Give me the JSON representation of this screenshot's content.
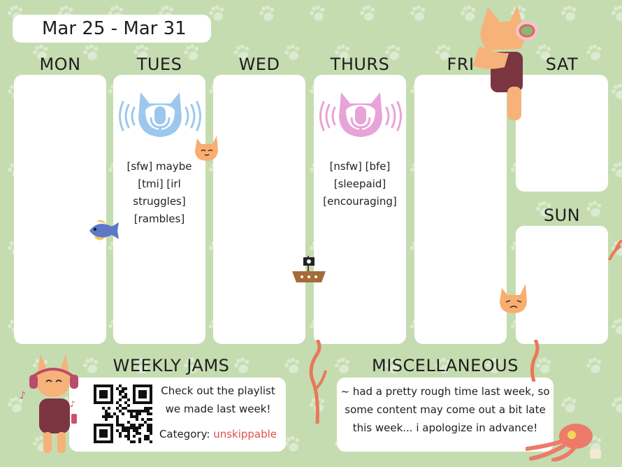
{
  "date_range": "Mar 25 - Mar 31",
  "days": {
    "mon": "MON",
    "tue": "TUES",
    "wed": "WED",
    "thu": "THURS",
    "fri": "FRI",
    "sat": "SAT",
    "sun": "SUN"
  },
  "tue_stream": {
    "lines": [
      "[sfw] maybe",
      "[tmi] [irl",
      "struggles]",
      "[rambles]"
    ],
    "icon": "blue-cat-microphone-icon",
    "color": "#9cc8ee"
  },
  "thu_stream": {
    "lines": [
      "[nsfw] [bfe]",
      "[sleepaid]",
      "[encouraging]"
    ],
    "icon": "pink-cat-microphone-icon",
    "color": "#e8a3d8"
  },
  "weekly_jams": {
    "heading": "WEEKLY JAMS",
    "text_line1": "Check out the playlist",
    "text_line2": "we made last week!",
    "category_label": "Category:",
    "category_value": "unskippable",
    "category_color": "#e0504a"
  },
  "misc": {
    "heading": "MISCELLANEOUS",
    "line1": "~ had a pretty rough time last week, so",
    "line2": "some content may come out a bit late",
    "line3": "this week... i apologize in advance!"
  },
  "colors": {
    "background": "#c5dcb0",
    "card": "#ffffff",
    "paw": "#ddebd0"
  }
}
